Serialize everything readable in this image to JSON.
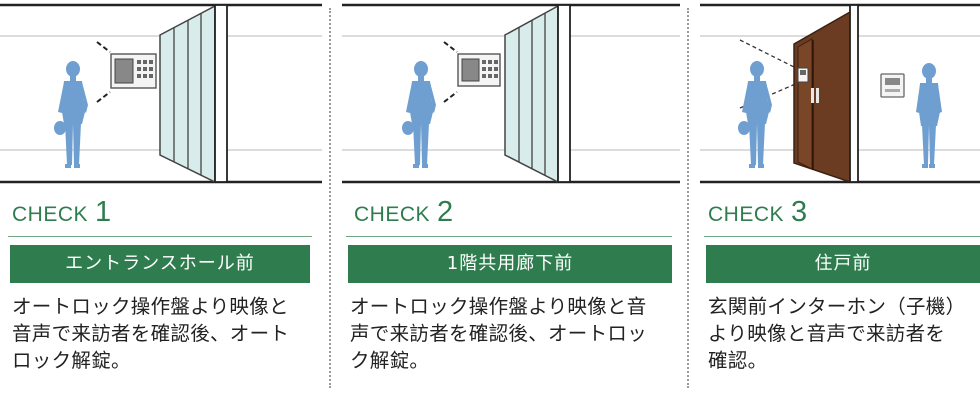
{
  "checks": [
    {
      "word": "CHECK",
      "number": "1",
      "location": "エントランスホール前",
      "description": [
        "オートロック操作盤より映像と",
        "音声で来訪者を確認後、オート",
        "ロック解錠。"
      ]
    },
    {
      "word": "CHECK",
      "number": "2",
      "location": "1階共用廊下前",
      "description": [
        "オートロック操作盤より映像と音",
        "声で来訪者を確認後、オートロッ",
        "ク解錠。"
      ]
    },
    {
      "word": "CHECK",
      "number": "3",
      "location": "住戸前",
      "description": [
        "玄関前インターホン（子機）",
        "より映像と音声で来訪者を",
        "確認。"
      ]
    }
  ],
  "colors": {
    "accent_green": "#2f7d4f",
    "figure_blue": "#6f9fd0",
    "door_brown": "#6b3c22",
    "glass": "#d8ecec"
  },
  "icons": [
    "woman-figure-icon",
    "intercom-panel-icon",
    "glass-door-icon",
    "entrance-door-icon",
    "indoor-monitor-icon"
  ]
}
